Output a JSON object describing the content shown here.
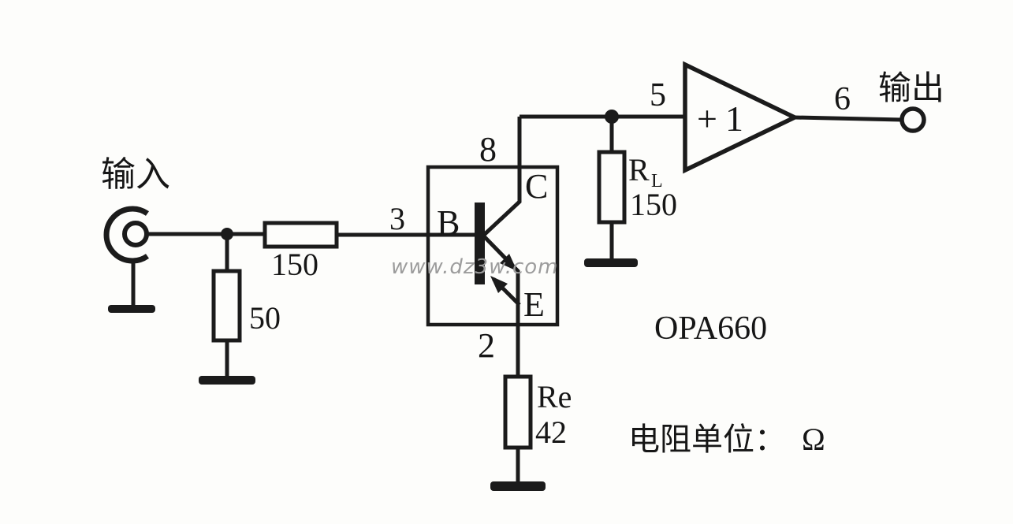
{
  "diagram": {
    "chip_label": "OPA660",
    "unit_note": "电阻单位：　Ω",
    "watermark": "www.dz3w.com",
    "colors": {
      "ink": "#1b1b1b",
      "watermark_gray": "#9c9c9c",
      "background": "#fdfdfb"
    },
    "input": {
      "label": "输入"
    },
    "output": {
      "label": "输出"
    },
    "pins": {
      "base_in": "3",
      "collector_out": "8",
      "emitter_out": "2",
      "buffer_in": "5",
      "buffer_out": "6"
    },
    "transistor": {
      "base": "B",
      "collector": "C",
      "emitter": "E"
    },
    "buffer": {
      "gain": "+1"
    },
    "resistors": {
      "series_input": {
        "value": "150"
      },
      "shunt_input": {
        "value": "50"
      },
      "load": {
        "name": "R",
        "subscript": "L",
        "value": "150"
      },
      "emitter": {
        "name": "Re",
        "value": "42"
      }
    }
  }
}
